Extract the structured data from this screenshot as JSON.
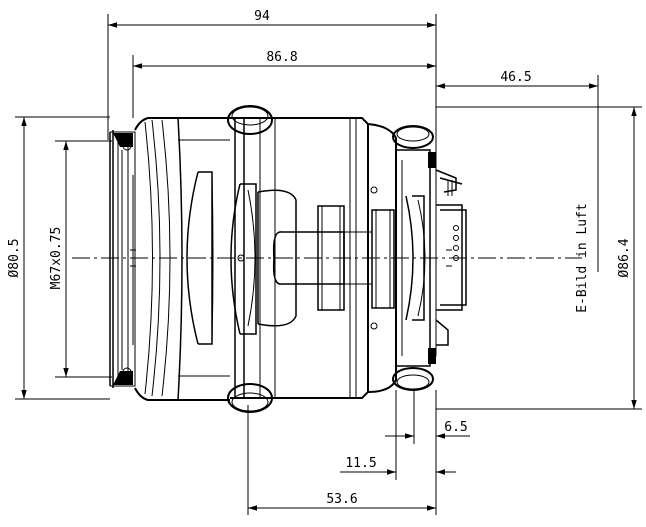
{
  "dimensions": {
    "overall_length": "94",
    "body_length": "86.8",
    "image_distance": "46.5",
    "flange_a": "6.5",
    "flange_b": "11.5",
    "rear_length": "53.6",
    "front_diameter": "Ø80.5",
    "thread": "M67x0.75",
    "rear_diameter": "Ø86.4"
  },
  "labels": {
    "image_plane": "E-Bild in Luft"
  }
}
